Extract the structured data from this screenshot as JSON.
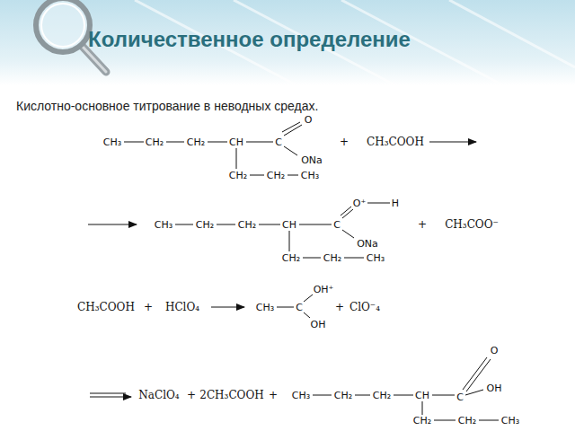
{
  "diagram": {
    "title": "Количественное определение",
    "labels": [
      "Кислотно-основное титрование в неводных средах.",
      "CH₃",
      "CH₂",
      "CH₂",
      "CH",
      "C",
      "O",
      "ONa",
      "CH₂",
      "CH₂",
      "CH₃",
      "+",
      "CH₃COOH",
      "CH₃",
      "CH₂",
      "CH₂",
      "CH",
      "C",
      "O⁺",
      "H",
      "ONa",
      "CH₂",
      "CH₂",
      "CH₃",
      "+",
      "CH₃COO⁻",
      "CH₃COOH",
      "+",
      "HClO₄",
      "CH₃",
      "C",
      "OH⁺",
      "OH",
      "+",
      "ClO⁻₄",
      "NaClO₄",
      "+",
      "2CH₃COOH",
      "+",
      "CH₃",
      "CH₂",
      "CH₂",
      "CH",
      "C",
      "O",
      "OH",
      "CH₂",
      "CH₂",
      "CH₃"
    ]
  }
}
